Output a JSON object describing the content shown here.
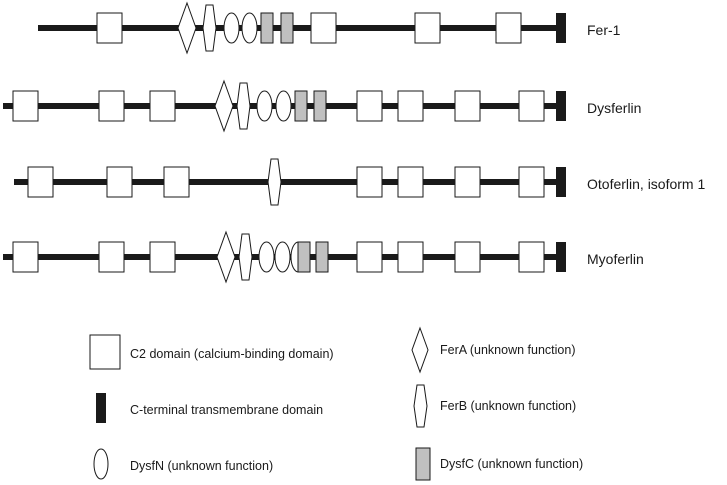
{
  "colors": {
    "line": "#1a1a1a",
    "c2": "#ffffff",
    "dysfc": "#c0c0c0",
    "tm": "#1a1a1a"
  },
  "proteins": [
    {
      "name": "Fer-1",
      "domains": [
        "c2",
        "fera",
        "ferb",
        "dysfn",
        "dysfn",
        "dysfc",
        "dysfc",
        "c2",
        "c2",
        "c2",
        "tm"
      ]
    },
    {
      "name": "Dysferlin",
      "domains": [
        "c2",
        "c2",
        "c2",
        "fera",
        "ferb",
        "dysfn",
        "dysfn",
        "dysfc",
        "dysfc",
        "c2",
        "c2",
        "c2",
        "c2",
        "tm"
      ]
    },
    {
      "name": "Otoferlin, isoform 1",
      "domains": [
        "c2",
        "c2",
        "c2",
        "ferb",
        "c2",
        "c2",
        "c2",
        "c2",
        "tm"
      ]
    },
    {
      "name": "Myoferlin",
      "domains": [
        "c2",
        "c2",
        "c2",
        "fera",
        "ferb",
        "dysfn",
        "dysfn",
        "dysfn",
        "dysfc",
        "dysfc",
        "c2",
        "c2",
        "c2",
        "c2",
        "tm"
      ]
    }
  ],
  "legend": [
    {
      "icon": "c2",
      "label": "C2 domain (calcium-binding domain)"
    },
    {
      "icon": "tm",
      "label": "C-terminal transmembrane domain"
    },
    {
      "icon": "dysfn",
      "label": "DysfN (unknown function)"
    },
    {
      "icon": "fera",
      "label": "FerA (unknown function)"
    },
    {
      "icon": "ferb",
      "label": "FerB (unknown function)"
    },
    {
      "icon": "dysfc",
      "label": "DysfC (unknown function)"
    }
  ]
}
